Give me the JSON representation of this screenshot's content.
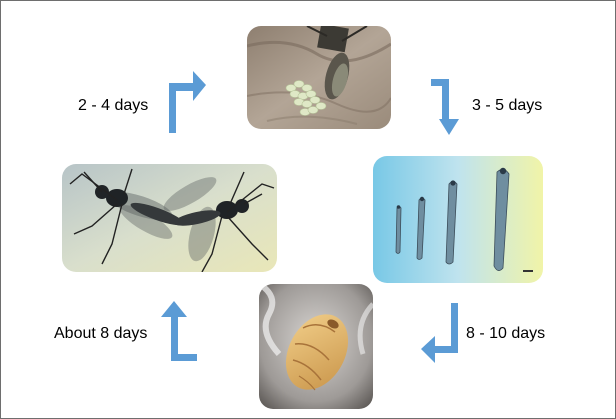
{
  "stages": [
    {
      "name": "eggs",
      "duration": "3 - 5 days"
    },
    {
      "name": "larvae",
      "duration": "8 - 10 days"
    },
    {
      "name": "pupa",
      "duration": "About 8 days"
    },
    {
      "name": "adults",
      "duration": "2 - 4 days"
    }
  ],
  "colors": {
    "arrow": "#5b9bd5"
  }
}
